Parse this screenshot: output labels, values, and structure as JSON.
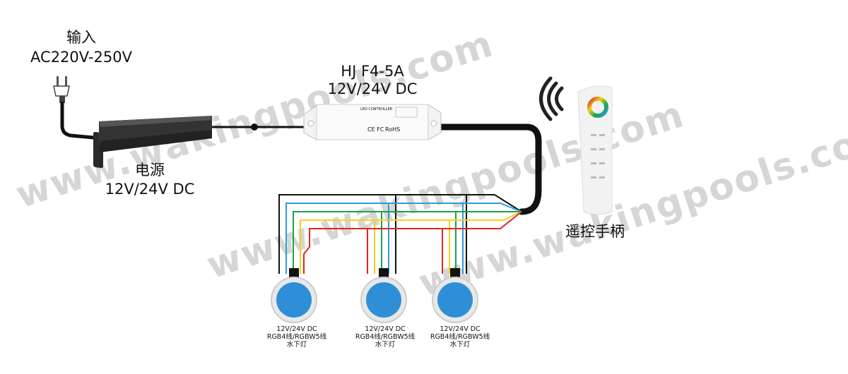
{
  "input": {
    "line1": "输入",
    "line2": "AC220V-250V"
  },
  "controller": {
    "model": "HJ F4-5A",
    "voltage": "12V/24V DC",
    "face_title": "LED CONTROLLER",
    "face_brand": "RoHS",
    "face_ce": "CE FC"
  },
  "power": {
    "name": "电源",
    "voltage": "12V/24V DC"
  },
  "remote": {
    "name": "遥控手柄"
  },
  "lamps": [
    {
      "line1": "12V/24V DC",
      "line2": "RGB4线/RGBW5线",
      "line3": "水下灯"
    },
    {
      "line1": "12V/24V DC",
      "line2": "RGB4线/RGBW5线",
      "line3": "水下灯"
    },
    {
      "line1": "12V/24V DC",
      "line2": "RGB4线/RGBW5线",
      "line3": "水下灯"
    }
  ],
  "watermark": "www.wakingpools.com",
  "colors": {
    "black": "#111111",
    "blue": "#2f9bd8",
    "green": "#1aa34a",
    "yellow": "#f2d21b",
    "red": "#e02424",
    "lamp": "#2f8fd6"
  }
}
